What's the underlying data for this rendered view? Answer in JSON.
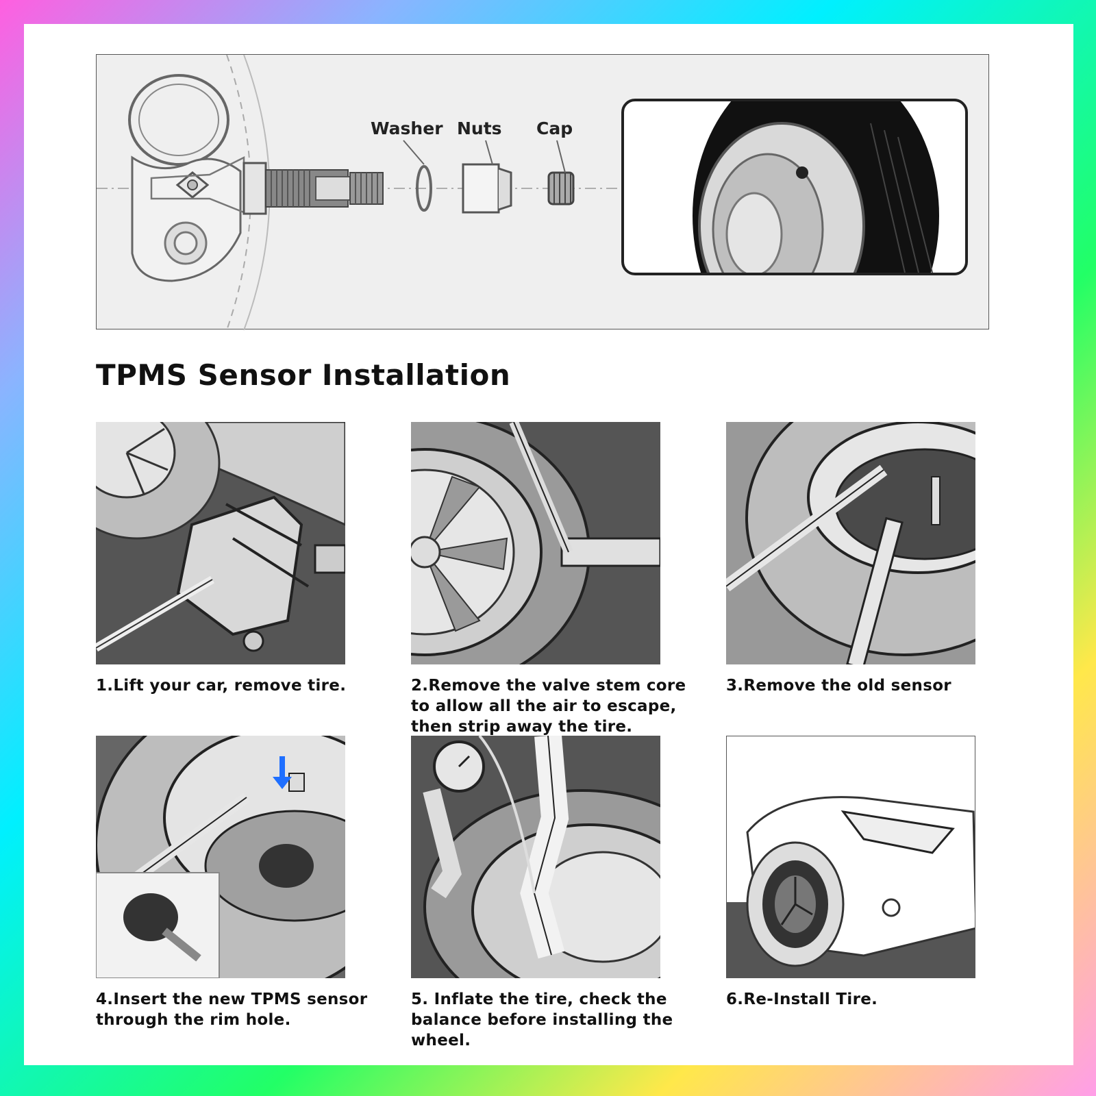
{
  "diagram": {
    "labels": {
      "washer": "Washer",
      "nuts": "Nuts",
      "cap": "Cap"
    }
  },
  "title": "TPMS Sensor Installation",
  "steps": [
    {
      "lines": [
        "1.Lift your car, remove tire."
      ]
    },
    {
      "lines": [
        "2.Remove the valve stem core",
        "to allow all the air to escape,",
        "then strip away the tire."
      ]
    },
    {
      "lines": [
        "3.Remove the old sensor"
      ]
    },
    {
      "lines": [
        "4.Insert the new TPMS sensor",
        "through the rim hole."
      ]
    },
    {
      "lines": [
        "5. Inflate the tire, check the",
        "balance before installing the",
        "wheel."
      ]
    },
    {
      "lines": [
        "6.Re-Install Tire."
      ]
    }
  ],
  "colors": {
    "arrow": "#1f6fff",
    "panel": "#efefef",
    "photo_dark": "#555555"
  }
}
